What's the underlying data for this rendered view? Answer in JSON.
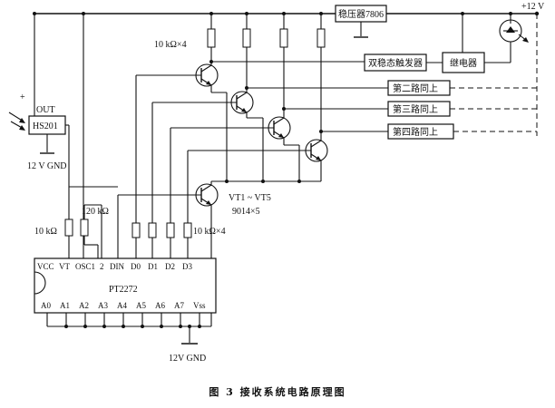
{
  "labels": {
    "plus12v": "+12 V",
    "regulator": "稳压器7806",
    "r_top": "10 kΩ×4",
    "bistable": "双稳态触发器",
    "relay": "继电器",
    "ch2": "第二路同上",
    "ch3": "第三路同上",
    "ch4": "第四路同上",
    "plus": "+",
    "out": "OUT",
    "sensor": "HS201",
    "gnd_sensor": "12 V GND",
    "vt_label": "VT1 ~ VT5",
    "vt_type": "9014×5",
    "r_osc": "120 kΩ",
    "r_vt": "10 kΩ",
    "r_data": "10 kΩ×4",
    "chip": "PT2272",
    "gnd_chip": "12V GND"
  },
  "pins_top": [
    "VCC",
    "VT",
    "OSC1",
    "2",
    "DIN",
    "D0",
    "D1",
    "D2",
    "D3"
  ],
  "pins_bottom": [
    "A0",
    "A1",
    "A2",
    "A3",
    "A4",
    "A5",
    "A6",
    "A7",
    "Vss"
  ],
  "caption": "图 3   接收系统电路原理图"
}
